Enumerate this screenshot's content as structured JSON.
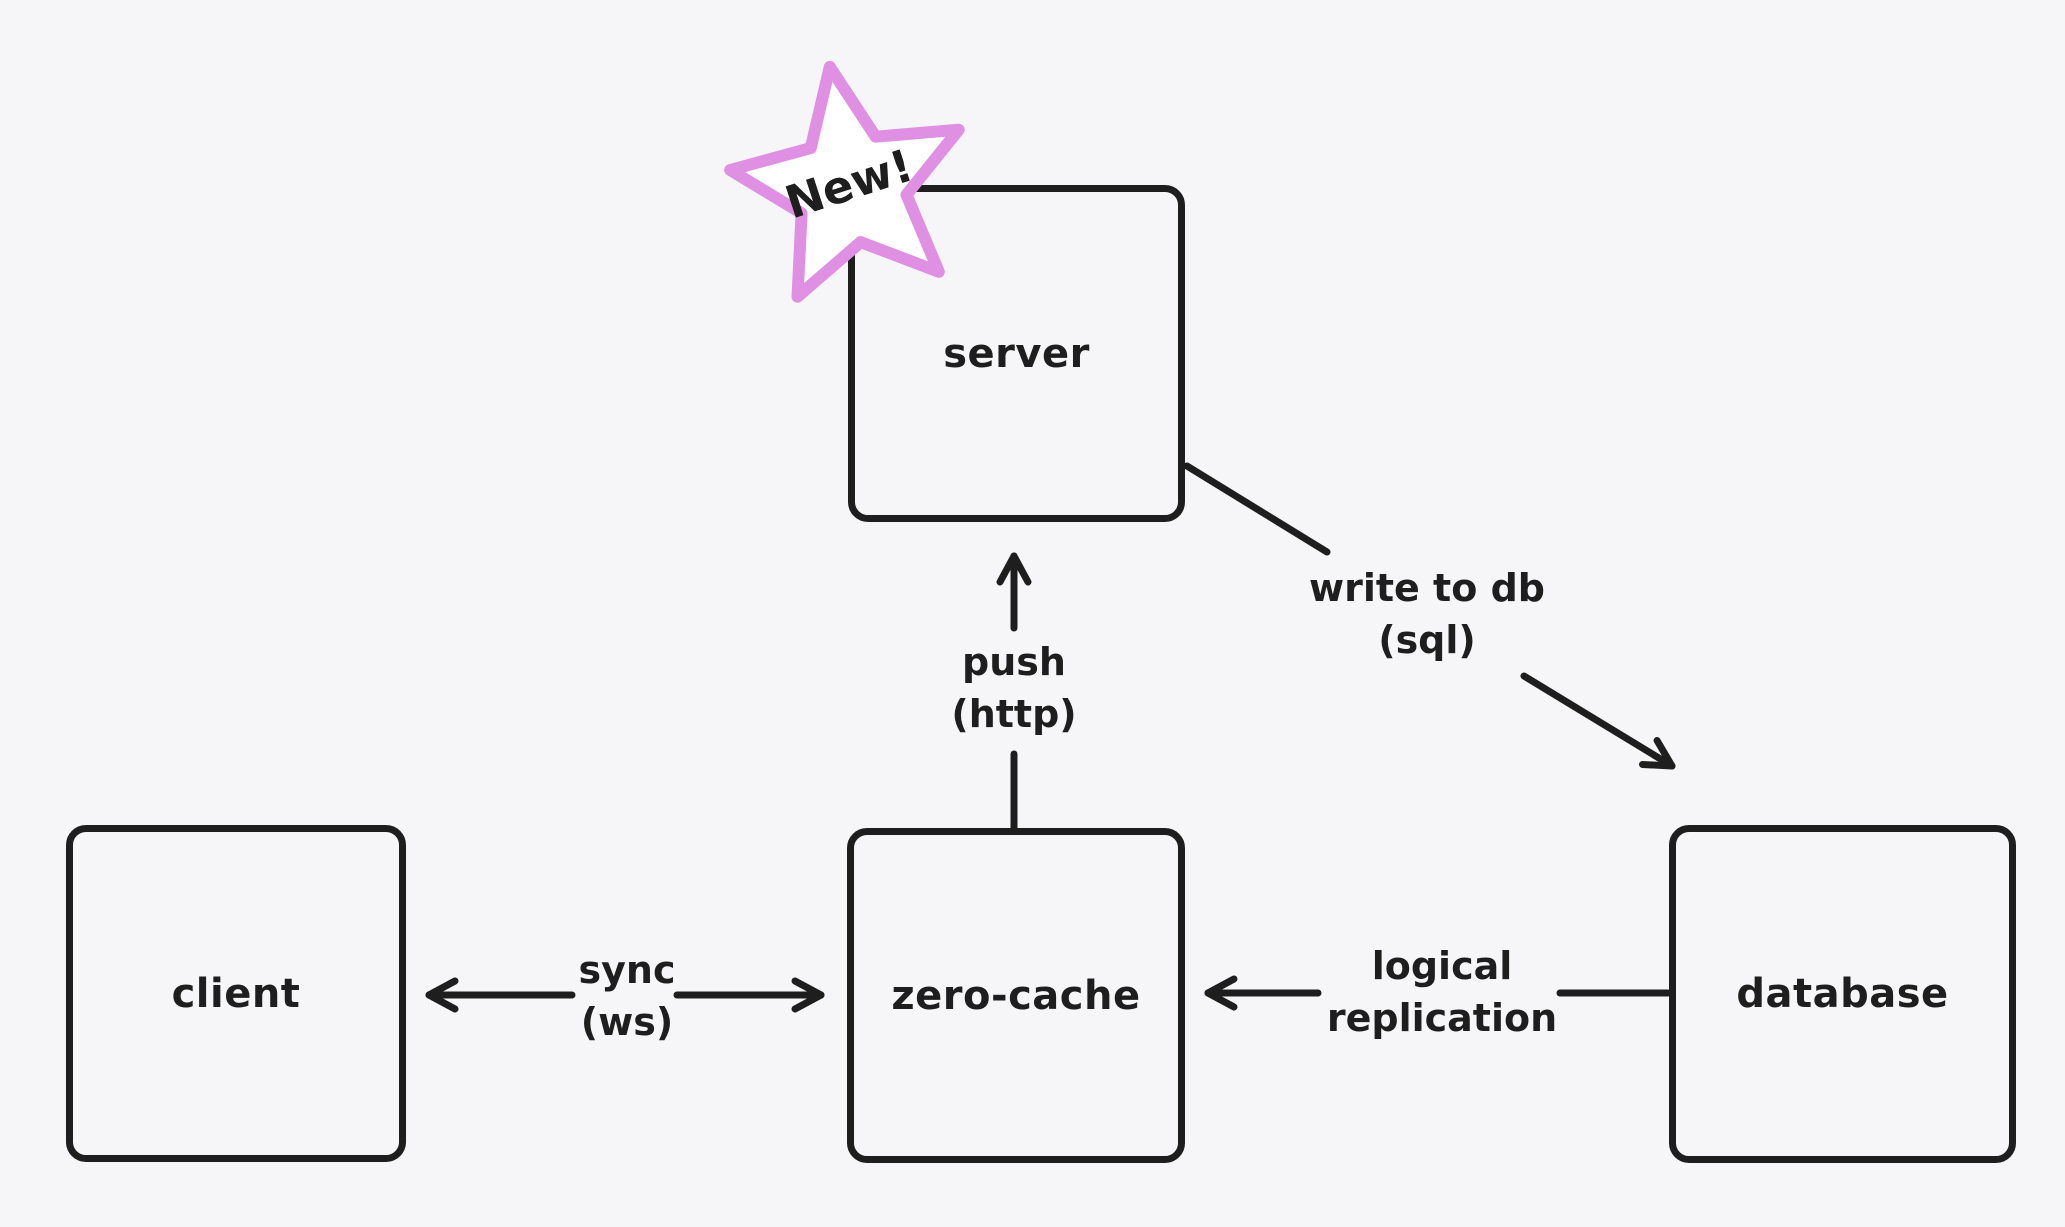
{
  "theme": {
    "background": "#f6f6f8",
    "ink": "#1e1e1e",
    "star_stroke": "#e090e2",
    "star_fill": "#ffffff"
  },
  "badge": {
    "label": "New!"
  },
  "nodes": {
    "server": {
      "label": "server"
    },
    "client": {
      "label": "client"
    },
    "zero_cache": {
      "label": "zero-cache"
    },
    "database": {
      "label": "database"
    }
  },
  "edges": {
    "push": {
      "line1": "push",
      "line2": "(http)",
      "from": "zero-cache",
      "to": "server",
      "direction": "up"
    },
    "sync": {
      "line1": "sync",
      "line2": "(ws)",
      "from": "client",
      "to": "zero-cache",
      "direction": "both"
    },
    "write_to_db": {
      "line1": "write to db",
      "line2": "(sql)",
      "from": "server",
      "to": "database",
      "direction": "down-right"
    },
    "logical_replication": {
      "line1": "logical",
      "line2": "replication",
      "from": "database",
      "to": "zero-cache",
      "direction": "left"
    }
  }
}
